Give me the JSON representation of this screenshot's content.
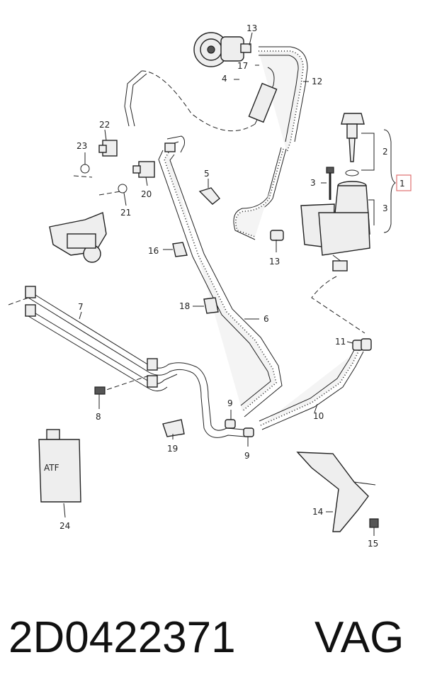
{
  "callouts": [
    {
      "id": "1",
      "label": "1"
    },
    {
      "id": "2",
      "label": "2"
    },
    {
      "id": "3a",
      "label": "3"
    },
    {
      "id": "3b",
      "label": "3"
    },
    {
      "id": "4",
      "label": "4"
    },
    {
      "id": "5",
      "label": "5"
    },
    {
      "id": "6",
      "label": "6"
    },
    {
      "id": "7",
      "label": "7"
    },
    {
      "id": "8",
      "label": "8"
    },
    {
      "id": "9a",
      "label": "9"
    },
    {
      "id": "9b",
      "label": "9"
    },
    {
      "id": "10",
      "label": "10"
    },
    {
      "id": "11",
      "label": "11"
    },
    {
      "id": "12",
      "label": "12"
    },
    {
      "id": "13a",
      "label": "13"
    },
    {
      "id": "13b",
      "label": "13"
    },
    {
      "id": "14",
      "label": "14"
    },
    {
      "id": "15",
      "label": "15"
    },
    {
      "id": "16",
      "label": "16"
    },
    {
      "id": "17",
      "label": "17"
    },
    {
      "id": "18",
      "label": "18"
    },
    {
      "id": "19",
      "label": "19"
    },
    {
      "id": "20",
      "label": "20"
    },
    {
      "id": "21",
      "label": "21"
    },
    {
      "id": "22",
      "label": "22"
    },
    {
      "id": "23",
      "label": "23"
    },
    {
      "id": "24",
      "label": "24"
    }
  ],
  "bottle_label": "ATF",
  "part_number": "2D0422371",
  "brand": "VAG",
  "colors": {
    "highlight_box": "#e07070",
    "ink": "#222222"
  }
}
